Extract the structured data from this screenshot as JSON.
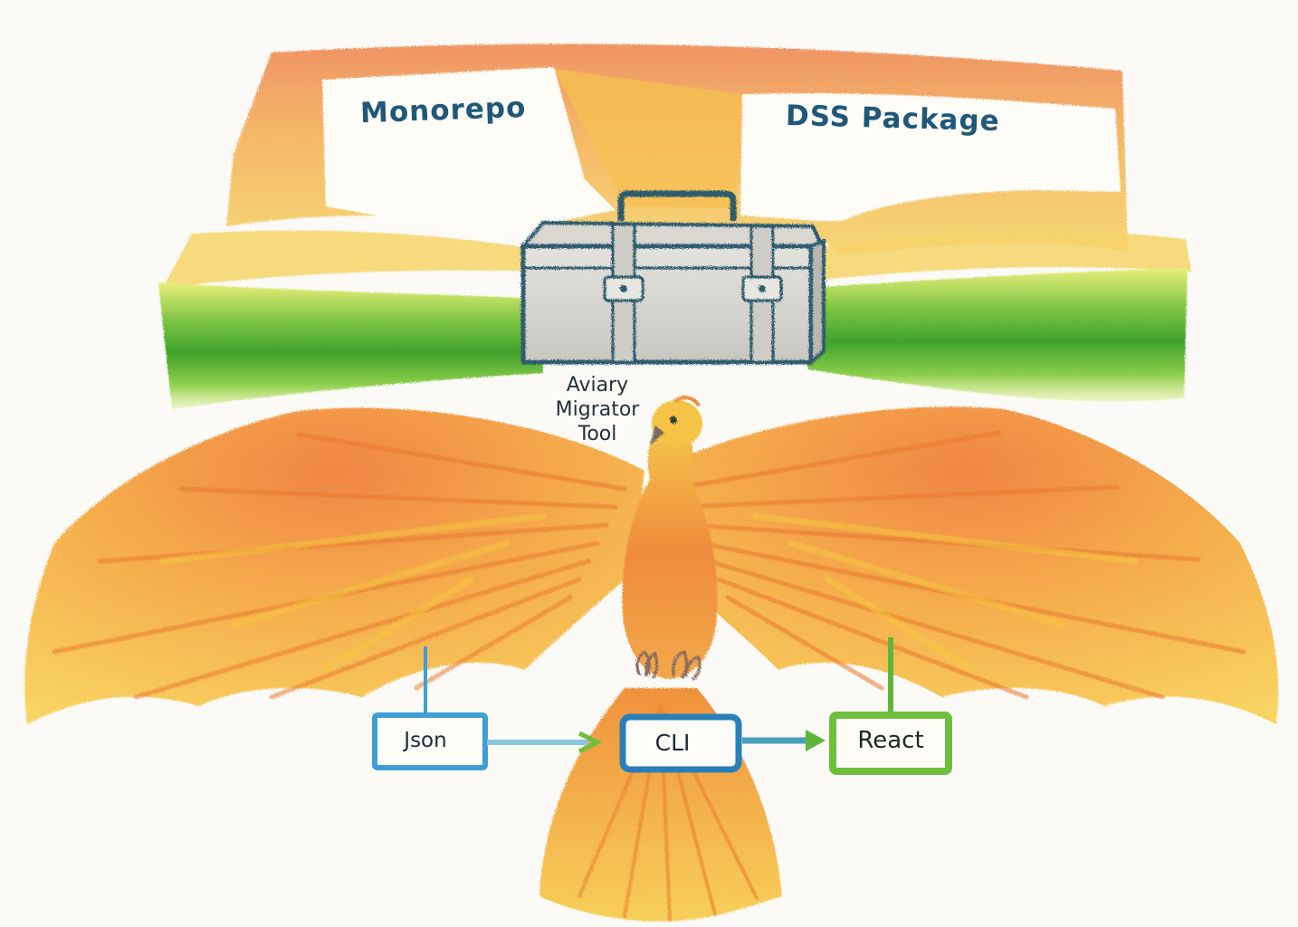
{
  "banners": {
    "left": "Monorepo",
    "right": "DSS Package"
  },
  "toolbox": {
    "label": "Aviary Migrator Tool"
  },
  "flow": {
    "json": "Json",
    "cli": "CLI",
    "react": "React"
  },
  "colors": {
    "banner_orange": "#f0955a",
    "banner_yellow": "#f6c64a",
    "green_band": "#5fb53a",
    "phoenix_orange": "#f08f3a",
    "phoenix_yellow": "#f7c545",
    "toolbox_gray": "#d6d4ce",
    "toolbox_outline": "#2e5c6e",
    "json_blue": "#3f9fd4",
    "cli_blue": "#2a7fb8",
    "react_green": "#6fbf3c",
    "text_navy": "#1f5878"
  },
  "icons": [
    "toolbox-icon",
    "phoenix-illustration"
  ]
}
